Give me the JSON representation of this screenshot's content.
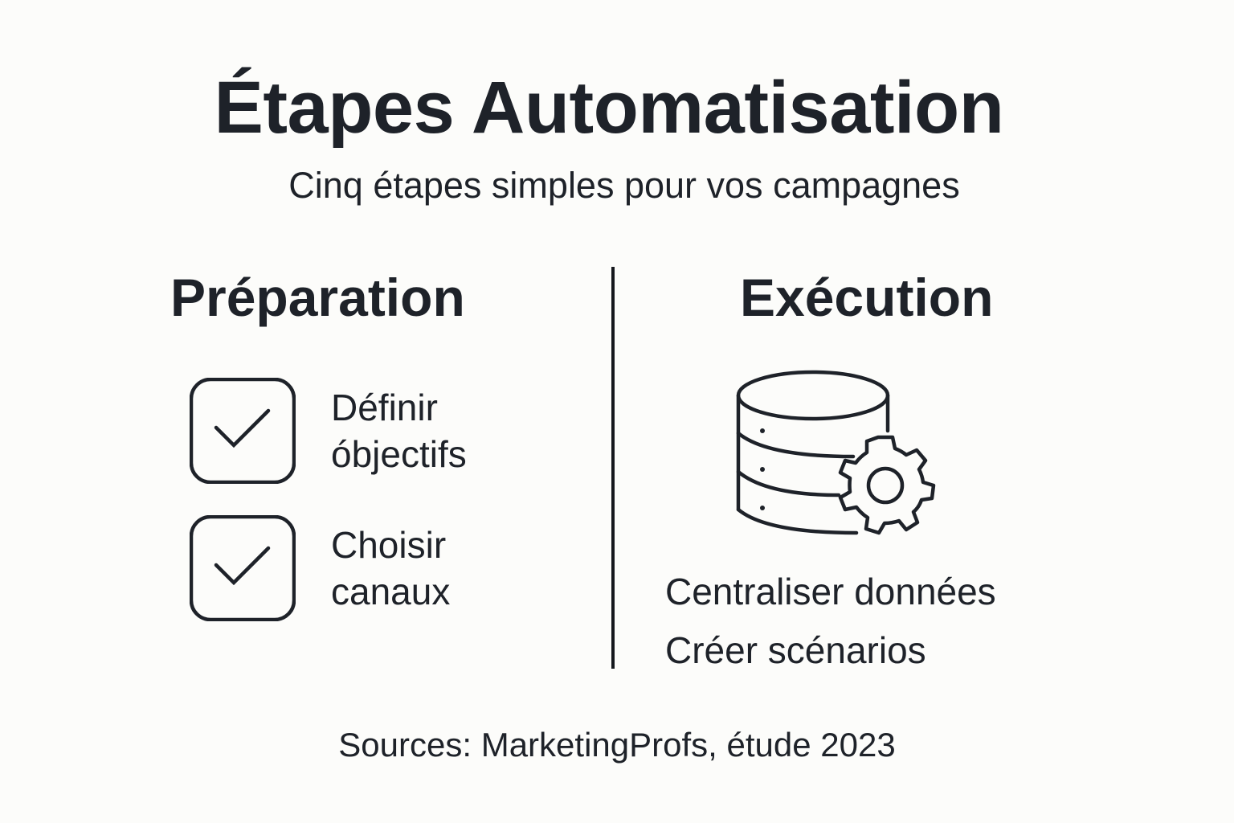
{
  "header": {
    "title": "Étapes Automatisation",
    "subtitle": "Cinq étapes simples pour vos campagnes"
  },
  "sections": [
    {
      "title": "Préparation",
      "icon": "checkbox-checked-icon",
      "items": [
        {
          "line1": "Définir",
          "line2": "óbjectifs",
          "checked": true
        },
        {
          "line1": "Choisir",
          "line2": "canaux",
          "checked": true
        }
      ]
    },
    {
      "title": "Exécution",
      "icon": "database-gear-icon",
      "items": [
        {
          "label": "Centraliser données"
        },
        {
          "label": "Créer scénarios"
        }
      ]
    }
  ],
  "footer": {
    "sources": "Sources: MarketingProfs, étude 2023"
  },
  "colors": {
    "background": "#fcfcfa",
    "text": "#1e2229",
    "divider": "#15181d"
  }
}
